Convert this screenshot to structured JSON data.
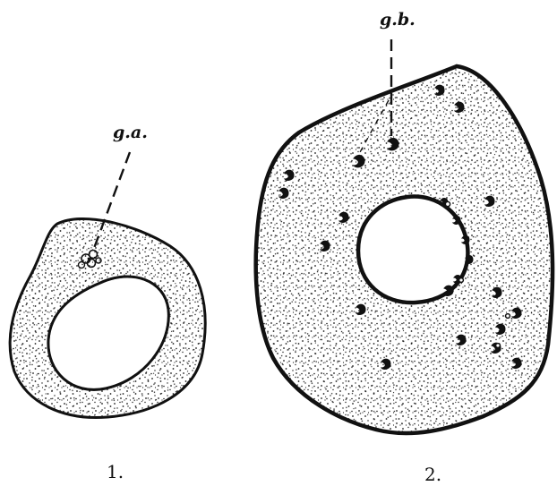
{
  "figures": [
    {
      "number": "1.",
      "annotation": "g.a."
    },
    {
      "number": "2.",
      "annotation": "g.b."
    }
  ],
  "colors": {
    "ink": "#111111",
    "paper": "#ffffff"
  }
}
